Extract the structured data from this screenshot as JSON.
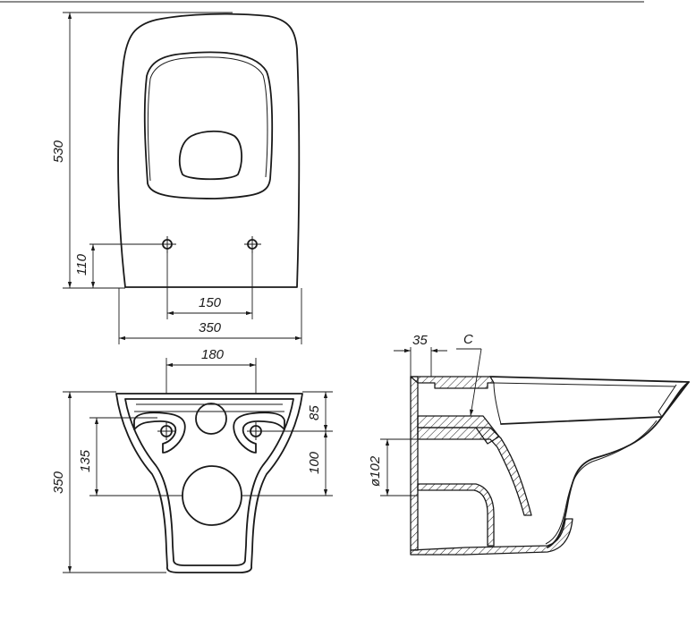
{
  "dimensions": {
    "top_height": "530",
    "top_hole_height": "110",
    "top_hole_spacing": "150",
    "top_width": "350",
    "front_hole_spacing": "180",
    "front_height_85": "85",
    "front_height_100": "100",
    "front_height_135": "135",
    "front_height_total": "350",
    "side_wall": "35",
    "side_label_c": "C",
    "side_diameter": "ø102"
  }
}
